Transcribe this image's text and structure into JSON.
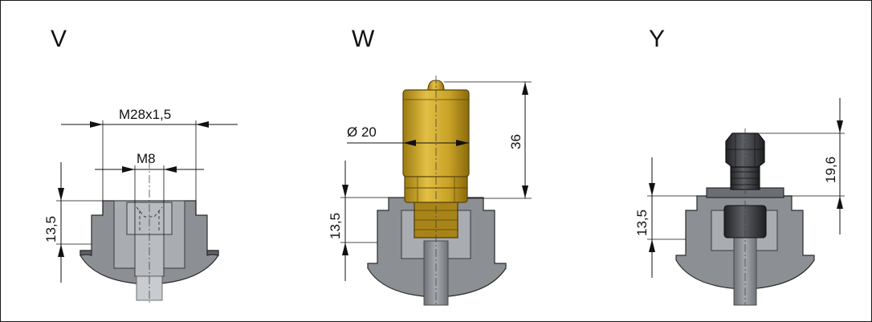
{
  "views": [
    {
      "id": "V",
      "label": "V",
      "dimensions": {
        "outer_thread": "M28x1,5",
        "inner_thread": "M8",
        "height": "13,5"
      }
    },
    {
      "id": "W",
      "label": "W",
      "dimensions": {
        "diameter": "Ø 20",
        "cap_height": "36",
        "height": "13,5"
      }
    },
    {
      "id": "Y",
      "label": "Y",
      "dimensions": {
        "nut_height": "19,6",
        "height": "13,5"
      }
    }
  ],
  "colors": {
    "steel": "#8c8f93",
    "brass": "#c9a227",
    "black_cap": "#3a3c40"
  }
}
